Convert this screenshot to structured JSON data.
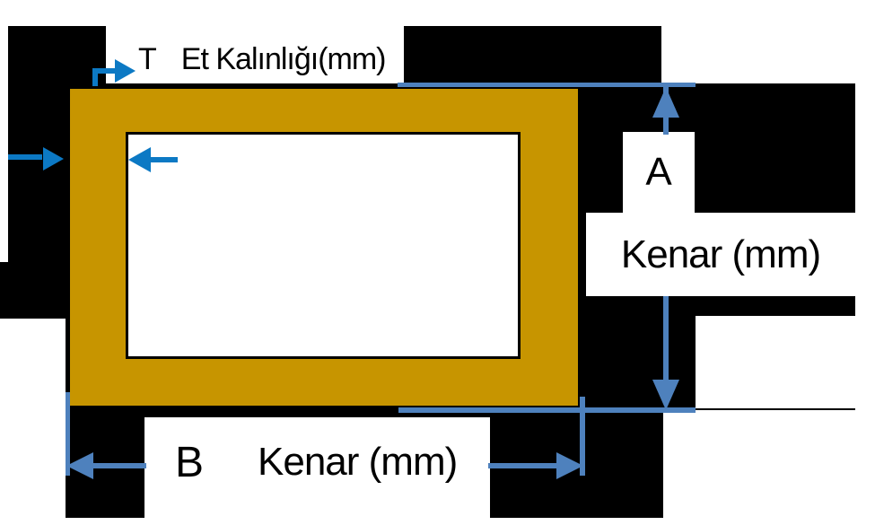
{
  "diagram": {
    "description": "Rectangular hollow tube profile dimension diagram",
    "thickness": {
      "symbol": "T",
      "label": "Et Kalınlığı(mm)"
    },
    "side_a": {
      "symbol": "A",
      "label": "Kenar (mm)"
    },
    "side_b": {
      "symbol": "B",
      "label": "Kenar (mm)"
    }
  },
  "colors": {
    "tube_fill": "#C79500",
    "dimension_blue": "#4E81BD",
    "pointer_blue": "#0C79C4",
    "background": "#000000",
    "panel": "#FFFFFF",
    "text": "#000000"
  }
}
